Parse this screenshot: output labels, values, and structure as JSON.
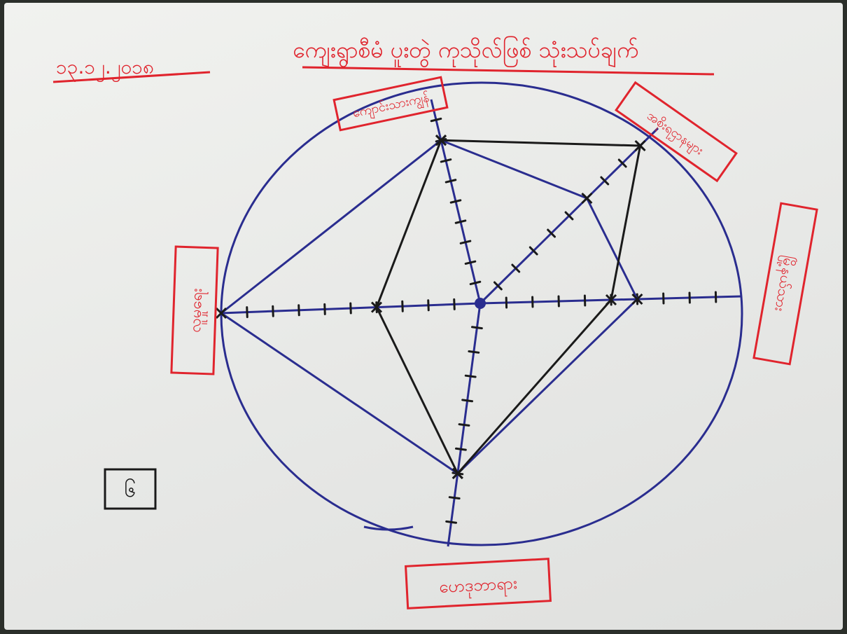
{
  "date": "၁၃.၁၂.၂၀၁၈",
  "title": "ကျေးရွာစီမံ ပူးတွဲ ကုသိုလ်ဖြစ် သုံးသပ်ချက်",
  "page_number": "၆",
  "axis_labels": {
    "top": "ကျောင်းသားကျွန်",
    "top_right": "အစိုးရဌာနများ",
    "right": "မြို့နယ်သား",
    "bottom": "ဟေဒုဘာရား",
    "left": "လူမှုရေး"
  },
  "colors": {
    "ink_red": "#e0242d",
    "ink_blue": "#2a2d8f",
    "ink_black": "#1a1a1a",
    "paper": "#ececea"
  },
  "chart_data": {
    "type": "radar",
    "axes": [
      "top",
      "top_right",
      "right",
      "bottom",
      "left"
    ],
    "scale_max": 10,
    "series": [
      {
        "color": "blue",
        "values": [
          8,
          6,
          6,
          7,
          10
        ]
      },
      {
        "color": "black",
        "values": [
          8,
          9,
          5,
          7,
          4
        ]
      }
    ]
  }
}
